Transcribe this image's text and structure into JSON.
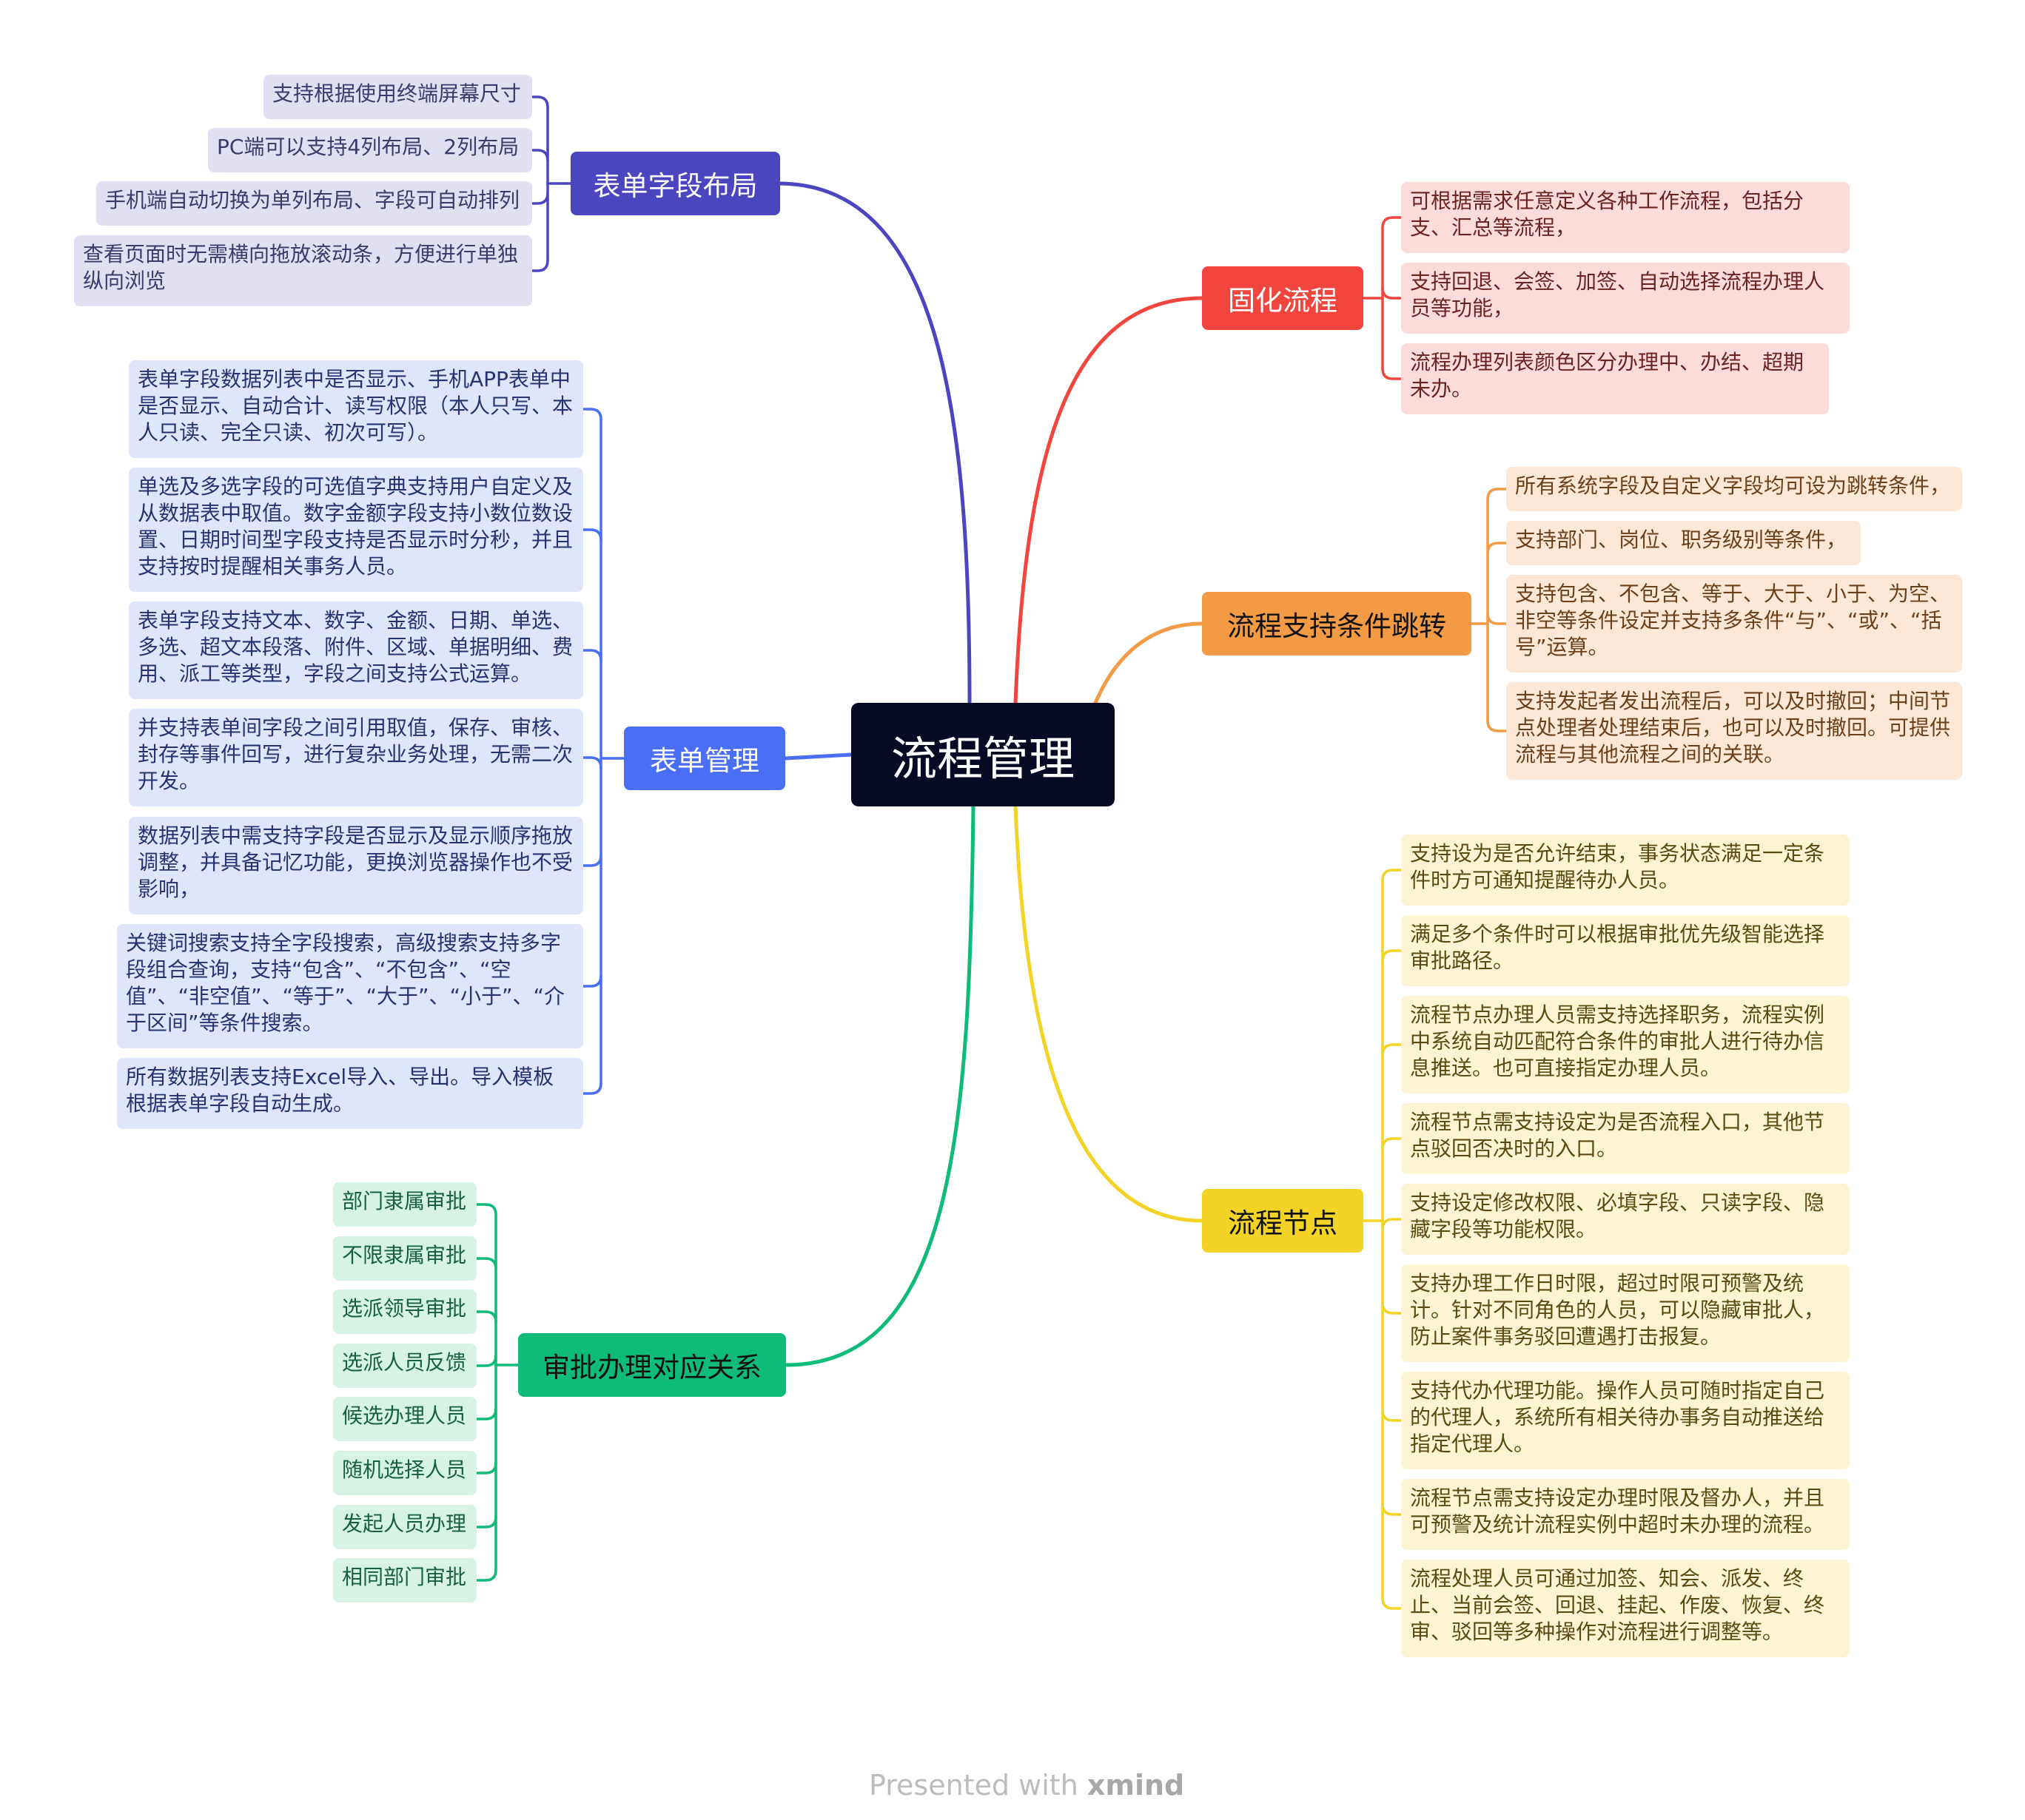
{
  "root": {
    "label": "流程管理"
  },
  "branches": {
    "layout": {
      "label": "表单字段布局",
      "color": "#4b45c0",
      "leaf_bg": "#e1e0f2",
      "leaf_text": "#3c3a6a",
      "items": [
        "支持根据使用终端屏幕尺寸",
        "PC端可以支持4列布局、2列布局",
        "手机端自动切换为单列布局、字段可自动排列",
        "查看页面时无需横向拖放滚动条，方便进行单独纵向浏览"
      ]
    },
    "form": {
      "label": "表单管理",
      "color": "#4a6ef6",
      "leaf_bg": "#dfe6fb",
      "leaf_text": "#253470",
      "items": [
        "表单字段数据列表中是否显示、手机APP表单中是否显示、自动合计、读写权限（本人只写、本人只读、完全只读、初次可写）。",
        "单选及多选字段的可选值字典支持用户自定义及从数据表中取值。数字金额字段支持小数位数设置、日期时间型字段支持是否显示时分秒，并且支持按时提醒相关事务人员。",
        "表单字段支持文本、数字、金额、日期、单选、多选、超文本段落、附件、区域、单据明细、费用、派工等类型，字段之间支持公式运算。",
        "并支持表单间字段之间引用取值，保存、审核、封存等事件回写，进行复杂业务处理，无需二次开发。",
        "数据列表中需支持字段是否显示及显示顺序拖放调整，并具备记忆功能，更换浏览器操作也不受影响，",
        "关键词搜索支持全字段搜索，高级搜索支持多字段组合查询，支持“包含”、“不包含”、“空值”、“非空值”、“等于”、“大于”、“小于”、“介于区间”等条件搜索。",
        "所有数据列表支持Excel导入、导出。导入模板根据表单字段自动生成。"
      ]
    },
    "approval": {
      "label": "审批办理对应关系",
      "color": "#0fbb78",
      "leaf_bg": "#d6f3e6",
      "leaf_text": "#17603f",
      "items": [
        "部门隶属审批",
        "不限隶属审批",
        "选派领导审批",
        "选派人员反馈",
        "候选办理人员",
        "随机选择人员",
        "发起人员办理",
        "相同部门审批"
      ]
    },
    "fixed": {
      "label": "固化流程",
      "color": "#f2453d",
      "leaf_bg": "#fbdcdb",
      "leaf_text": "#6b2320",
      "items": [
        "可根据需求任意定义各种工作流程，包括分支、汇总等流程，",
        "支持回退、会签、加签、自动选择流程办理人员等功能，",
        "流程办理列表颜色区分办理中、办结、超期未办。"
      ]
    },
    "jump": {
      "label": "流程支持条件跳转",
      "color": "#f39a45",
      "leaf_bg": "#fde8d8",
      "leaf_text": "#6b3f1a",
      "items": [
        "所有系统字段及自定义字段均可设为跳转条件，",
        "支持部门、岗位、职务级别等条件，",
        "支持包含、不包含、等于、大于、小于、为空、非空等条件设定并支持多条件“与”、“或”、“括号”运算。",
        "支持发起者发出流程后，可以及时撤回；中间节点处理者处理结束后，也可以及时撤回。可提供流程与其他流程之间的关联。"
      ]
    },
    "node": {
      "label": "流程节点",
      "color": "#f4d327",
      "leaf_bg": "#fcf4d2",
      "leaf_text": "#5b4a10",
      "items": [
        "支持设为是否允许结束，事务状态满足一定条件时方可通知提醒待办人员。",
        "满足多个条件时可以根据审批优先级智能选择审批路径。",
        "流程节点办理人员需支持选择职务，流程实例中系统自动匹配符合条件的审批人进行待办信息推送。也可直接指定办理人员。",
        "流程节点需支持设定为是否流程入口，其他节点驳回否决时的入口。",
        "支持设定修改权限、必填字段、只读字段、隐藏字段等功能权限。",
        "支持办理工作日时限，超过时限可预警及统计。针对不同角色的人员，可以隐藏审批人，防止案件事务驳回遭遇打击报复。",
        "支持代办代理功能。操作人员可随时指定自己的代理人，系统所有相关待办事务自动推送给指定代理人。",
        "流程节点需支持设定办理时限及督办人，并且可预警及统计流程实例中超时未办理的流程。",
        "流程处理人员可通过加签、知会、派发、终止、当前会签、回退、挂起、作废、恢复、终审、驳回等多种操作对流程进行调整等。"
      ]
    }
  },
  "footer": {
    "prefix": "Presented with ",
    "brand": "xmind"
  }
}
